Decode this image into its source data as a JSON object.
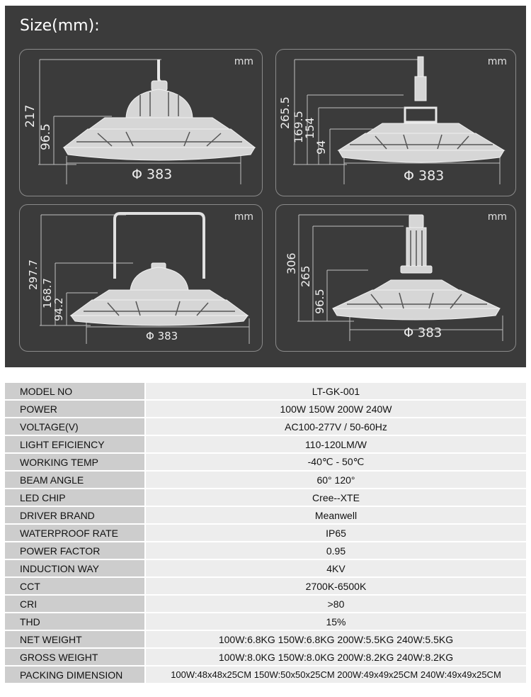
{
  "header": {
    "title": "Size(mm):"
  },
  "panels": [
    {
      "unit": "mm",
      "dims": [
        "217",
        "96.5",
        "Φ 383"
      ]
    },
    {
      "unit": "mm",
      "dims": [
        "265.5",
        "169.5",
        "154",
        "94",
        "Φ 383"
      ]
    },
    {
      "unit": "mm",
      "dims": [
        "297.7",
        "168.7",
        "94.2",
        "Φ 383"
      ]
    },
    {
      "unit": "mm",
      "dims": [
        "306",
        "265",
        "96.5",
        "Φ 383"
      ]
    }
  ],
  "specs": [
    {
      "label": "MODEL NO",
      "value": "LT-GK-001"
    },
    {
      "label": "POWER",
      "value": "100W 150W 200W 240W"
    },
    {
      "label": "VOLTAGE(V)",
      "value": "AC100-277V / 50-60Hz"
    },
    {
      "label": "LIGHT EFICIENCY",
      "value": "110-120LM/W"
    },
    {
      "label": "WORKING TEMP",
      "value": "-40℃ - 50℃"
    },
    {
      "label": "BEAM ANGLE",
      "value": "60° 120°"
    },
    {
      "label": "LED CHIP",
      "value": "Cree--XTE"
    },
    {
      "label": "DRIVER BRAND",
      "value": "Meanwell"
    },
    {
      "label": "WATERPROOF RATE",
      "value": "IP65"
    },
    {
      "label": "POWER FACTOR",
      "value": "0.95"
    },
    {
      "label": "INDUCTION WAY",
      "value": "4KV"
    },
    {
      "label": "CCT",
      "value": "2700K-6500K"
    },
    {
      "label": "CRI",
      "value": ">80"
    },
    {
      "label": "THD",
      "value": "15%"
    },
    {
      "label": "NET WEIGHT",
      "value": "100W:6.8KG  150W:6.8KG  200W:5.5KG  240W:5.5KG"
    },
    {
      "label": "GROSS WEIGHT",
      "value": "100W:8.0KG  150W:8.0KG  200W:8.2KG  240W:8.2KG"
    },
    {
      "label": "PACKING DIMENSION",
      "value": "100W:48x48x25CM  150W:50x50x25CM  200W:49x49x25CM  240W:49x49x25CM"
    }
  ]
}
